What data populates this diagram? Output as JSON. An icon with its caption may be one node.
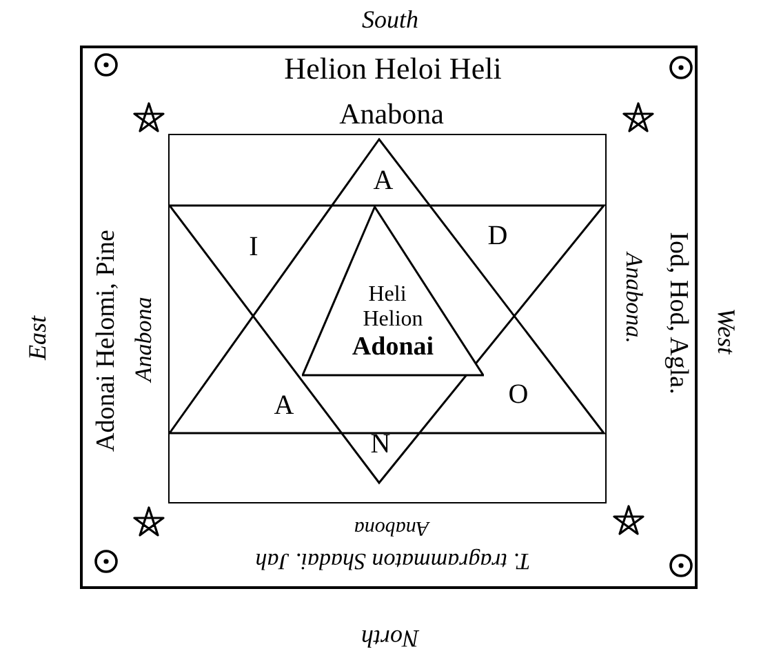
{
  "diagram": {
    "nodes": [
      {
        "text": [
          "Helion Heloi Heli",
          "Adonai Helomi, Pine",
          "Iod, Hod, Agla.",
          "T. tragrammaton Shadai. Jah"
        ],
        "beside": [
          "South",
          "East",
          "West",
          "North"
        ]
      },
      {
        "text": [
          "Anabona",
          "Anabona",
          "Anabona.",
          "Anabona"
        ],
        "in": 0
      },
      {
        "text": [],
        "shape": "box",
        "in": 1
      },
      {
        "text": [
          "Heli",
          "Helion",
          "Adonai"
        ],
        "in": 2
      }
    ],
    "edges": [],
    "labels": [
      "A",
      "I",
      "D",
      "A",
      "O",
      "N"
    ]
  }
}
